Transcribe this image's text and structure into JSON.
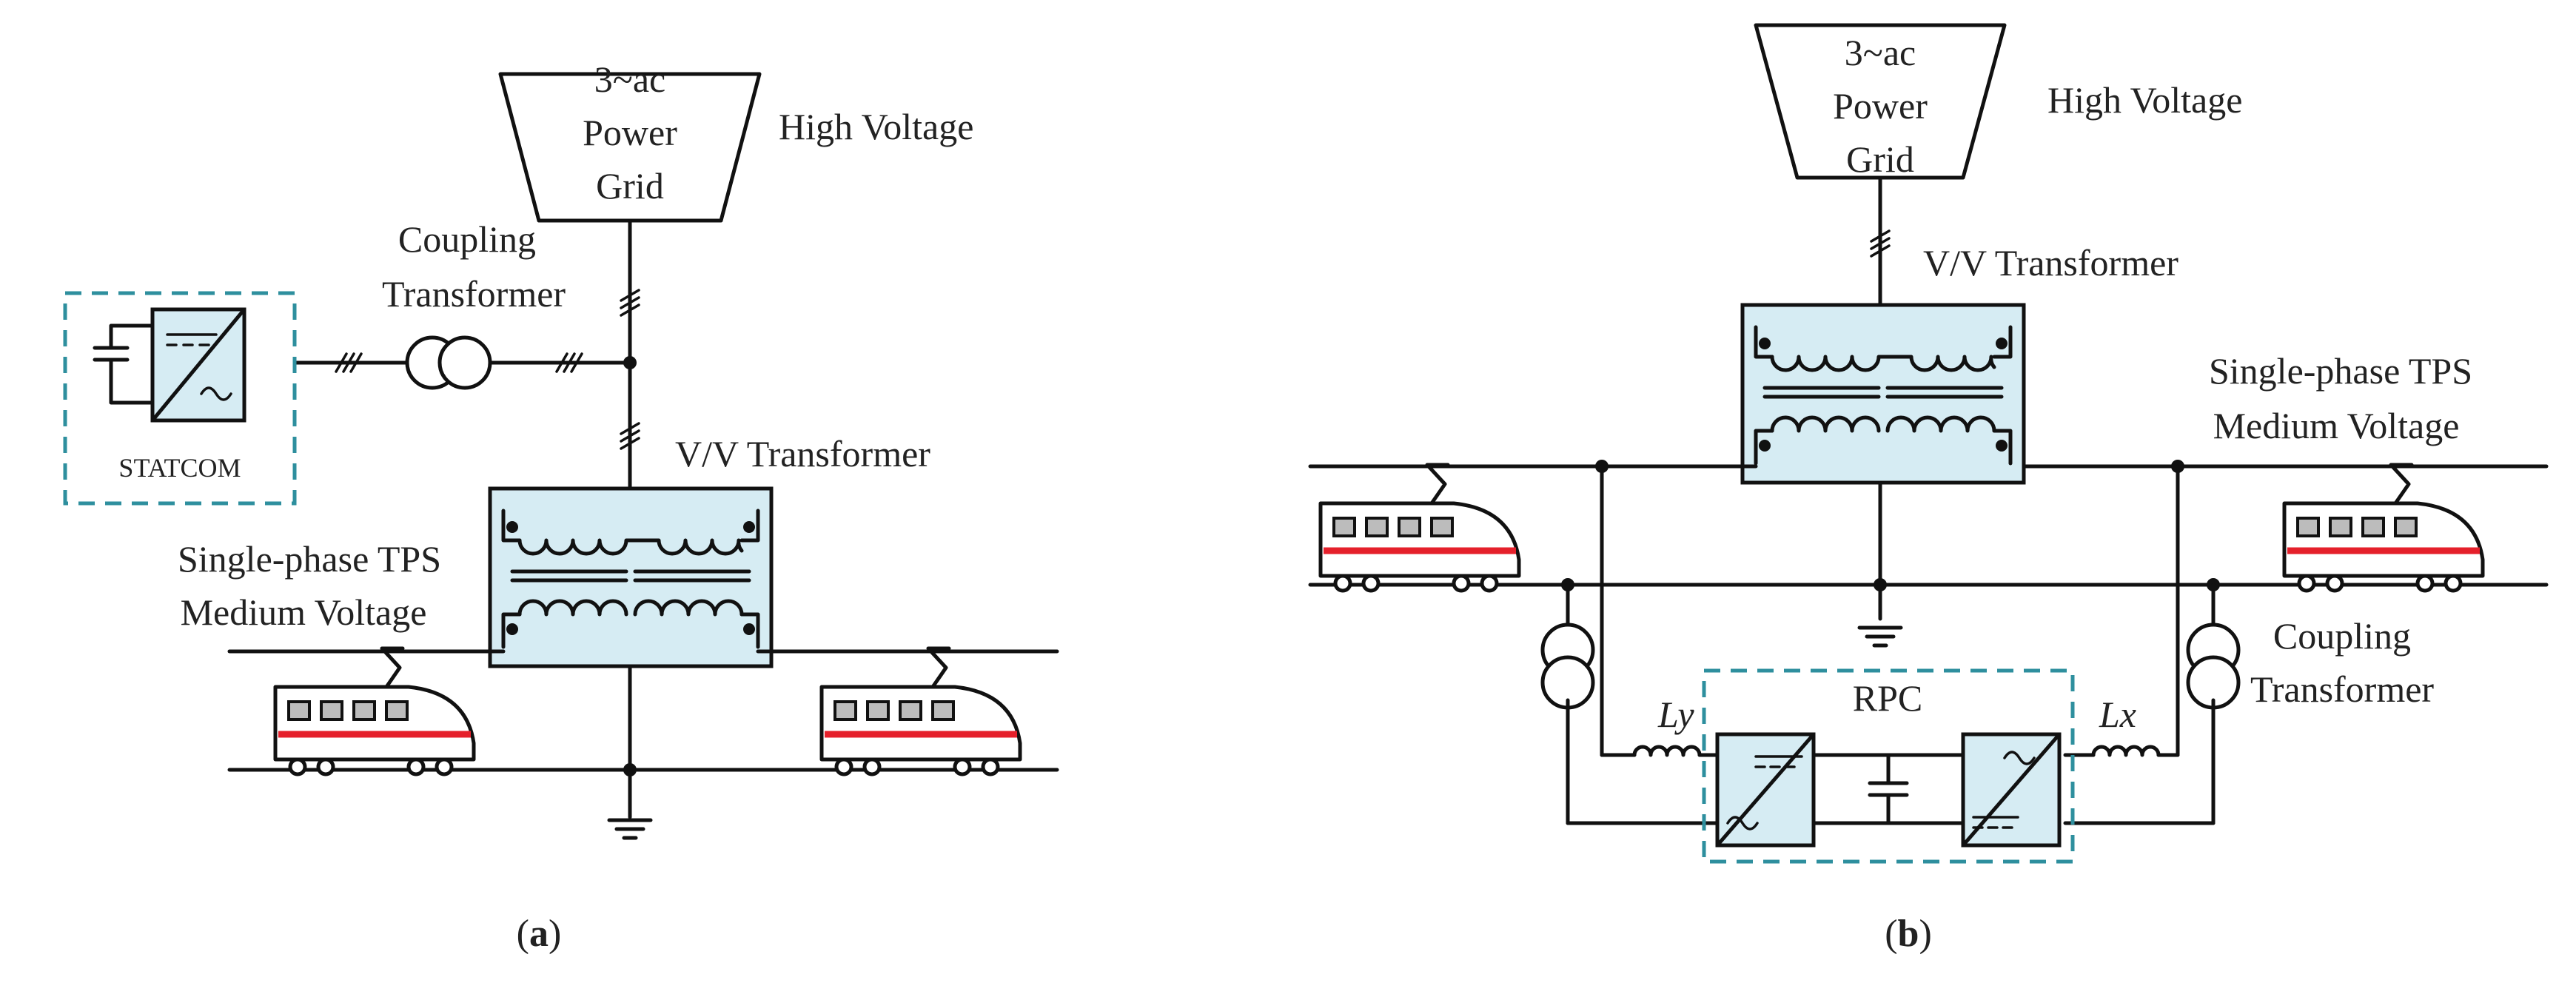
{
  "panel_a": {
    "grid_label": [
      "3~ac",
      "Power",
      "Grid"
    ],
    "high_voltage": "High Voltage",
    "coupling_transformer": [
      "Coupling",
      "Transformer"
    ],
    "statcom": "STATCOM",
    "vv_transformer": "V/V Transformer",
    "tps_label": [
      "Single-phase TPS",
      "Medium Voltage"
    ],
    "caption_open": "(",
    "caption_letter": "a",
    "caption_close": ")"
  },
  "panel_b": {
    "grid_label": [
      "3~ac",
      "Power",
      "Grid"
    ],
    "high_voltage": "High Voltage",
    "vv_transformer": "V/V Transformer",
    "tps_label": [
      "Single-phase TPS",
      "Medium Voltage"
    ],
    "coupling_transformer": [
      "Coupling",
      "Transformer"
    ],
    "rpc": "RPC",
    "ly": "Ly",
    "lx": "Lx",
    "caption_open": "(",
    "caption_letter": "b",
    "caption_close": ")"
  },
  "colors": {
    "box_fill": "#d6ecf3",
    "dashed_border": "#2e8f9e",
    "train_stripe": "#e5202b",
    "train_window": "#bcbcbc"
  }
}
